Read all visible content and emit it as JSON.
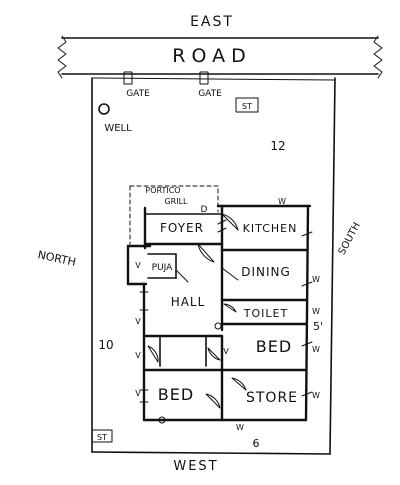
{
  "compass": {
    "east": "EAST",
    "west": "WEST",
    "north": "NORTH",
    "south": "SOUTH"
  },
  "road": {
    "label": "ROAD"
  },
  "gates": {
    "left": "GATE",
    "right": "GATE"
  },
  "site": {
    "well": "WELL",
    "dim_east_setback": "12",
    "dim_north_setback": "10",
    "dim_west_setback": "6",
    "dim_south_setback": "5'",
    "st_top": "ST",
    "st_bottom": "ST"
  },
  "rooms": {
    "portico": "PORTICO",
    "grill": "GRILL",
    "foyer": "FOYER",
    "kitchen": "KITCHEN",
    "dining": "DINING",
    "puja": "PUJA",
    "hall": "HALL",
    "toilet": "TOILET",
    "bed_right": "BED",
    "bed_left": "BED",
    "store": "STORE"
  },
  "marks": {
    "window": "W",
    "door": "D",
    "window_v": "V"
  }
}
